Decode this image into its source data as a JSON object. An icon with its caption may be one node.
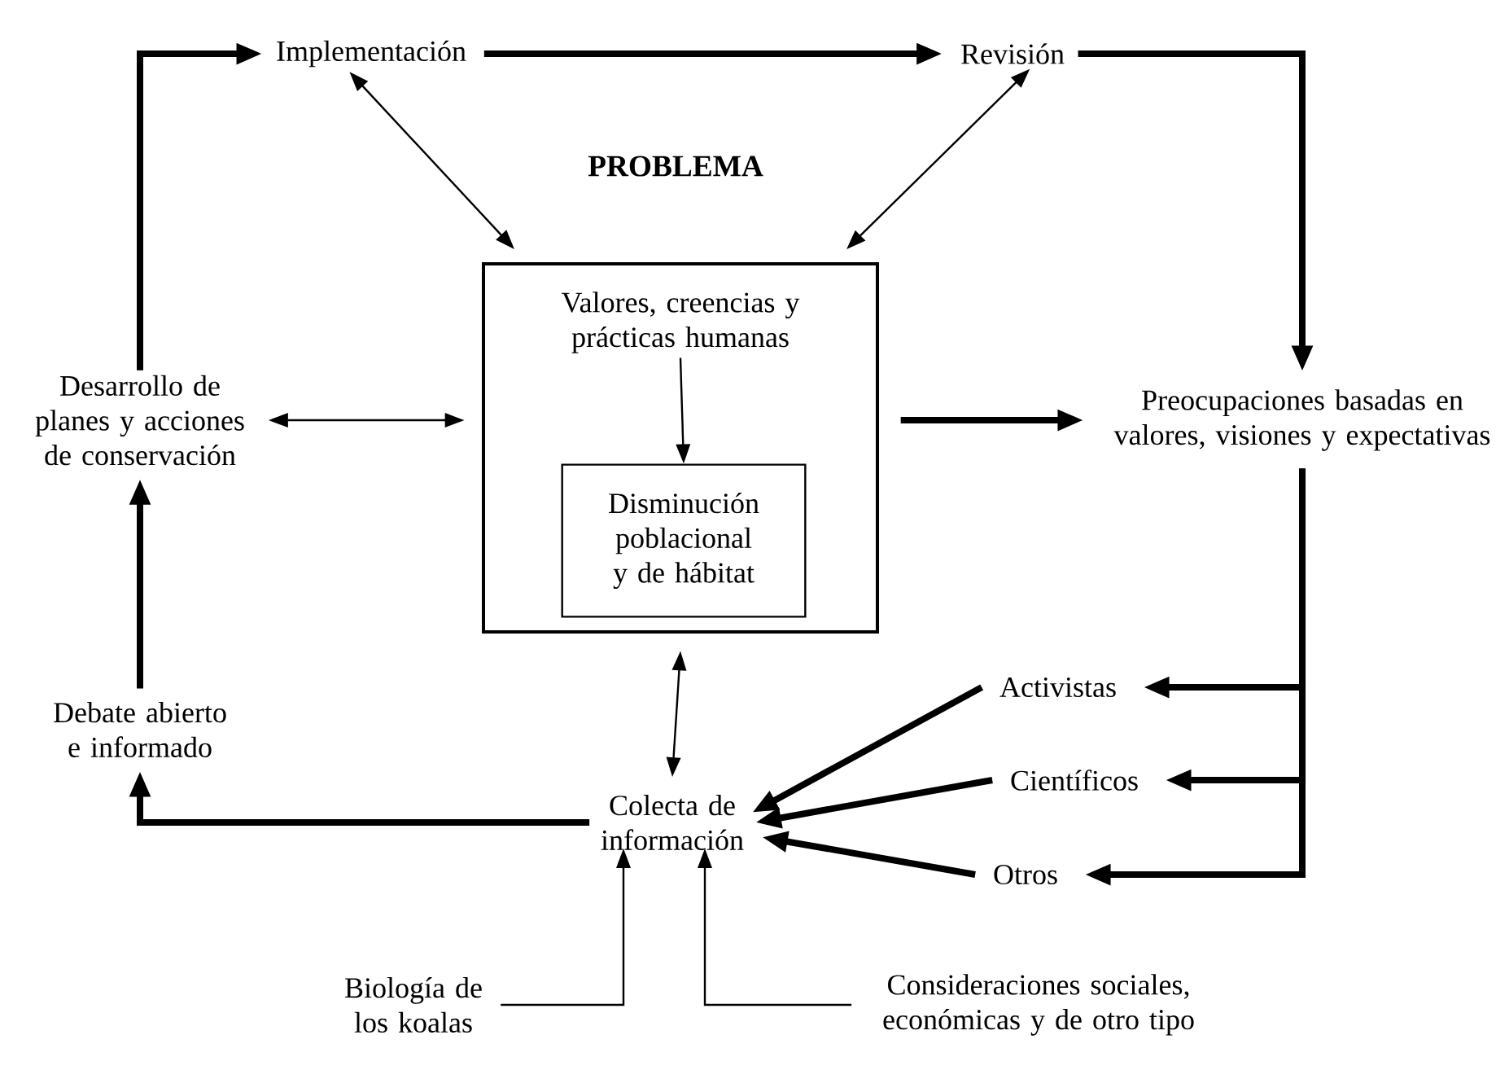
{
  "diagram": {
    "nodes": [
      {
        "text": [
          "Implementación"
        ]
      },
      {
        "text": [
          "Revisión"
        ]
      },
      {
        "text": [
          "PROBLEMA"
        ]
      },
      {
        "text": [
          "Valores, creencias y prácticas humanas"
        ],
        "in": 2
      },
      {
        "text": [
          "Disminución poblacional y de hábitat"
        ],
        "in": 2
      },
      {
        "text": [
          "Preocupaciones basadas en valores, visiones y expectativas"
        ]
      },
      {
        "text": [
          "Desarrollo de planes y acciones de conservación"
        ]
      },
      {
        "text": [
          "Debate abierto e informado"
        ]
      },
      {
        "text": [
          "Colecta de información"
        ]
      },
      {
        "text": [
          "Activistas"
        ]
      },
      {
        "text": [
          "Científicos"
        ]
      },
      {
        "text": [
          "Otros"
        ]
      },
      {
        "text": [
          "Biología de los koalas"
        ]
      },
      {
        "text": [
          "Consideraciones sociales, económicas y de otro tipo"
        ]
      }
    ],
    "edges": [
      {
        "from": 6,
        "to": 0,
        "arrow": "to"
      },
      {
        "from": 0,
        "to": 1,
        "arrow": "to"
      },
      {
        "from": 1,
        "to": 5,
        "arrow": "to"
      },
      {
        "from": 0,
        "to": 2,
        "arrow": "both"
      },
      {
        "from": 1,
        "to": 2,
        "arrow": "both"
      },
      {
        "from": 6,
        "to": 2,
        "arrow": "both"
      },
      {
        "from": 3,
        "to": 4,
        "arrow": "to"
      },
      {
        "from": 2,
        "to": 5,
        "arrow": "to"
      },
      {
        "from": 5,
        "to": 9,
        "arrow": "to"
      },
      {
        "from": 5,
        "to": 10,
        "arrow": "to"
      },
      {
        "from": 5,
        "to": 11,
        "arrow": "to"
      },
      {
        "from": 9,
        "to": 8,
        "arrow": "to"
      },
      {
        "from": 10,
        "to": 8,
        "arrow": "to"
      },
      {
        "from": 11,
        "to": 8,
        "arrow": "to"
      },
      {
        "from": 2,
        "to": 8,
        "arrow": "both"
      },
      {
        "from": 8,
        "to": 7,
        "arrow": "to"
      },
      {
        "from": 7,
        "to": 6,
        "arrow": "to"
      },
      {
        "from": 12,
        "to": 8,
        "arrow": "to"
      },
      {
        "from": 13,
        "to": 8,
        "arrow": "to"
      }
    ]
  }
}
